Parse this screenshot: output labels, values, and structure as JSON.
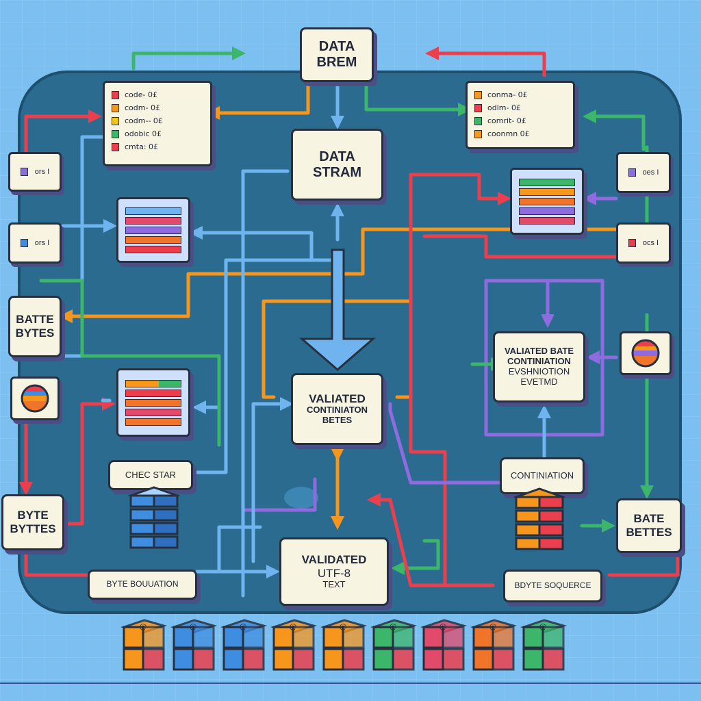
{
  "colors": {
    "background": "#7cc0f2",
    "panel": "#2a6b8f",
    "card": "#f7f4e2",
    "arrow_orange": "#f7961d",
    "arrow_red": "#ec3f4d",
    "arrow_green": "#3cb66b",
    "arrow_blue": "#6fb4ee",
    "arrow_purple": "#8f6be0"
  },
  "nodes": {
    "data_brem": [
      "DATA",
      "BREM"
    ],
    "data_stram": [
      "DATA",
      "STRAM"
    ],
    "validated_center": [
      "VALIATED",
      "CONTINIATON",
      "BETES"
    ],
    "validated_right": [
      "VALIATED BATE",
      "CONTINIATION",
      "EVSHNIOTION",
      "EVETMD"
    ],
    "validated_utf8": [
      "VALIDATED",
      "UTF-8",
      "TEXT"
    ],
    "batte_bytes": [
      "BATTE",
      "BYTES"
    ],
    "byte_bytes": [
      "BYTE",
      "BYTTES"
    ],
    "bate_bettes": [
      "BATE",
      "BETTES"
    ],
    "chec_star": "CHEC STAR",
    "continiation": "CONTINIATION",
    "byte_bouuation": "BYTE BOUUATION",
    "bdyte_soquerce": "BDYTE SOQUERCE",
    "tag_1": "ors I",
    "tag_2": "ors I",
    "tag_3": "oes I",
    "tag_4": "ocs I"
  },
  "legend_left": {
    "items": [
      {
        "label": "code- 0£",
        "color": "#ec3f4d"
      },
      {
        "label": "codm- 0£",
        "color": "#f7961d"
      },
      {
        "label": "codm-- 0£",
        "color": "#f5c518"
      },
      {
        "label": "odobic 0£",
        "color": "#3cb66b"
      },
      {
        "label": "cmta: 0£",
        "color": "#ec3f4d"
      }
    ]
  },
  "legend_right": {
    "items": [
      {
        "label": "conma- 0£",
        "color": "#f7961d"
      },
      {
        "label": "odlm- 0£",
        "color": "#ec3f4d"
      },
      {
        "label": "comrit- 0£",
        "color": "#3cb66b"
      },
      {
        "label": "coonmn 0£",
        "color": "#f7961d"
      }
    ]
  },
  "byte_blocks": [
    {
      "color": "#f7961d",
      "glyph": "@"
    },
    {
      "color": "#3f8de0",
      "glyph": "@"
    },
    {
      "color": "#3f8de0",
      "glyph": "@"
    },
    {
      "color": "#f7961d",
      "glyph": "@"
    },
    {
      "color": "#f7961d",
      "glyph": "@"
    },
    {
      "color": "#3cb66b",
      "glyph": "@"
    },
    {
      "color": "#e24a6b",
      "glyph": "@"
    },
    {
      "color": "#f0742a",
      "glyph": "@"
    },
    {
      "color": "#3cb66b",
      "glyph": "@"
    }
  ]
}
